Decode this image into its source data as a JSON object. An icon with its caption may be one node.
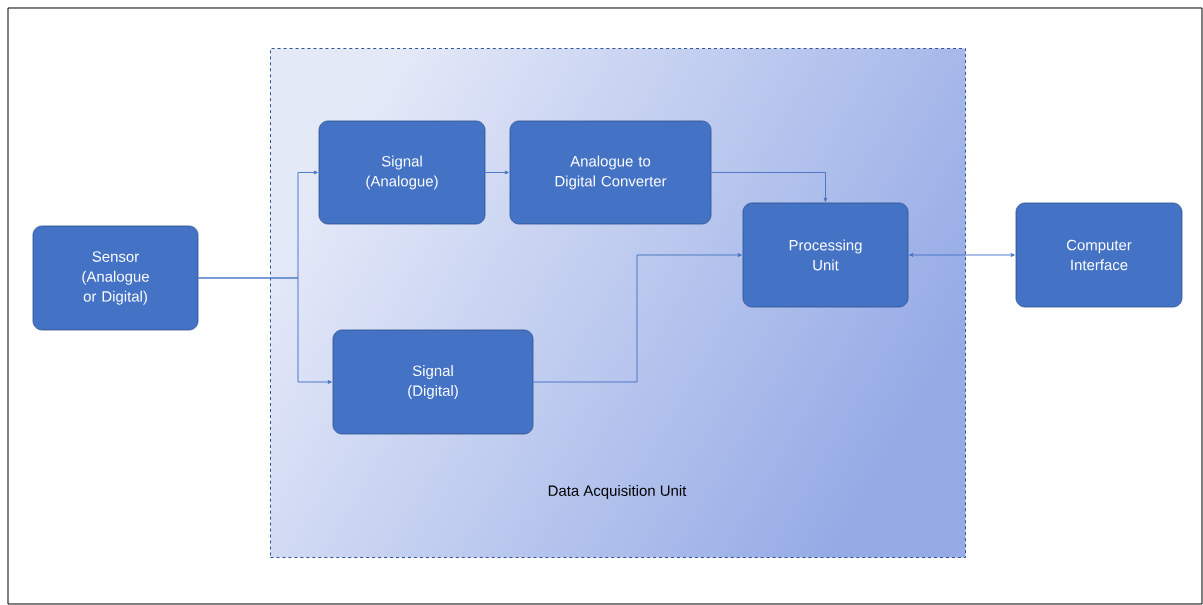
{
  "diagram": {
    "nodes": [
      {
        "text": [
          "Data Acquisition Unit"
        ]
      },
      {
        "text": [
          "Sensor (Analogue or Digital)"
        ]
      },
      {
        "text": [
          "Signal (Analogue)"
        ],
        "in": 0
      },
      {
        "text": [
          "Analogue to Digital Converter"
        ],
        "in": 0
      },
      {
        "text": [
          "Signal (Digital)"
        ],
        "in": 0
      },
      {
        "text": [
          "Processing Unit"
        ],
        "in": 0
      },
      {
        "text": [
          "Computer Interface"
        ]
      }
    ],
    "edges": [
      {
        "from": 1,
        "to": 2,
        "arrow": "to"
      },
      {
        "from": 1,
        "to": 4,
        "arrow": "to"
      },
      {
        "from": 2,
        "to": 3,
        "arrow": "to"
      },
      {
        "from": 3,
        "to": 5,
        "arrow": "to"
      },
      {
        "from": 4,
        "to": 5,
        "arrow": "to"
      },
      {
        "from": 5,
        "to": 6,
        "arrow": "both"
      }
    ]
  }
}
